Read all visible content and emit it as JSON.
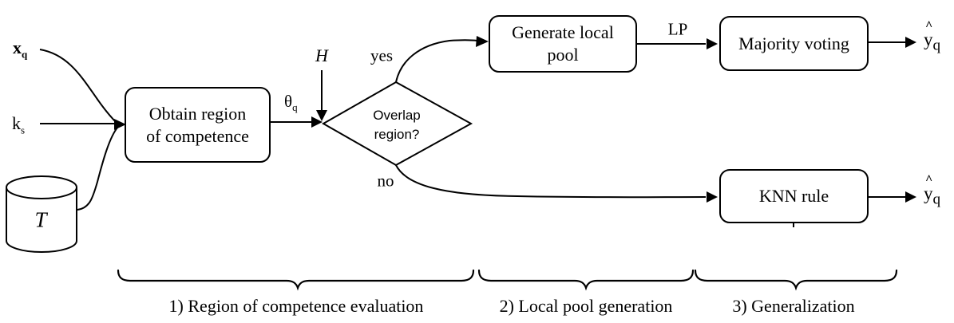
{
  "nodes": {
    "obtain_region": {
      "line1": "Obtain region",
      "line2": "of competence"
    },
    "overlap_decision": {
      "line1": "Overlap",
      "line2": "region?"
    },
    "generate_pool": {
      "line1": "Generate local",
      "line2": "pool"
    },
    "majority_voting": {
      "label": "Majority voting"
    },
    "knn_rule": {
      "label": "KNN rule"
    }
  },
  "inputs": {
    "query": {
      "base": "x",
      "sub": "q"
    },
    "neighbors": {
      "base": "k",
      "sub": "s"
    },
    "dataset": {
      "label": "T"
    }
  },
  "edge_labels": {
    "theta": {
      "base": "θ",
      "sub": "q"
    },
    "hypothesis": "H",
    "yes": "yes",
    "no": "no",
    "lp": "LP"
  },
  "outputs": {
    "top": {
      "hat": "^",
      "base": "y",
      "sub": "q"
    },
    "bottom": {
      "hat": "^",
      "base": "y",
      "sub": "q"
    }
  },
  "stages": [
    "1) Region of competence evaluation",
    "2) Local pool generation",
    "3) Generalization"
  ],
  "colors": {
    "stroke": "#000000",
    "background": "#ffffff"
  }
}
